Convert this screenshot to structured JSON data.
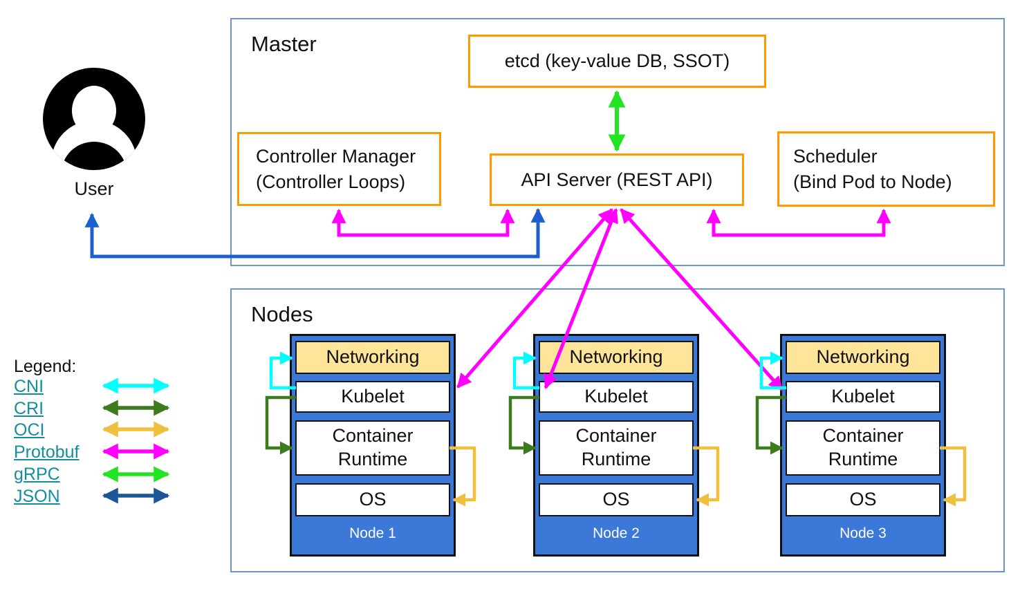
{
  "master": {
    "title": "Master",
    "etcd_label": "etcd (key-value DB, SSOT)",
    "controller_manager": {
      "line1": "Controller Manager",
      "line2": "(Controller Loops)"
    },
    "api_server_label": "API Server (REST API)",
    "scheduler": {
      "line1": "Scheduler",
      "line2": "(Bind Pod to Node)"
    }
  },
  "user": {
    "label": "User"
  },
  "nodes": {
    "title": "Nodes",
    "layers": {
      "networking": "Networking",
      "kubelet": "Kubelet",
      "container_runtime": "Container Runtime",
      "os": "OS"
    },
    "items": [
      {
        "label": "Node 1"
      },
      {
        "label": "Node 2"
      },
      {
        "label": "Node 3"
      }
    ]
  },
  "legend": {
    "title": "Legend:",
    "label_color": "#128EA0",
    "items": [
      {
        "label": "CNI"
      },
      {
        "label": "CRI"
      },
      {
        "label": "OCI"
      },
      {
        "label": "Protobuf"
      },
      {
        "label": "gRPC"
      },
      {
        "label": "JSON"
      }
    ]
  },
  "colors": {
    "section_border": "#6A96CC",
    "orange_box_border": "#FF9900",
    "node_fill": "#3C78D8",
    "networking_fill": "#FFE599",
    "cni": "#00FFFF",
    "cri": "#3E7A1E",
    "oci": "#EFBF3E",
    "protobuf": "#FF00FF",
    "grpc": "#22E422",
    "json": "#1D5696",
    "user_json": "#1E5FD0"
  }
}
